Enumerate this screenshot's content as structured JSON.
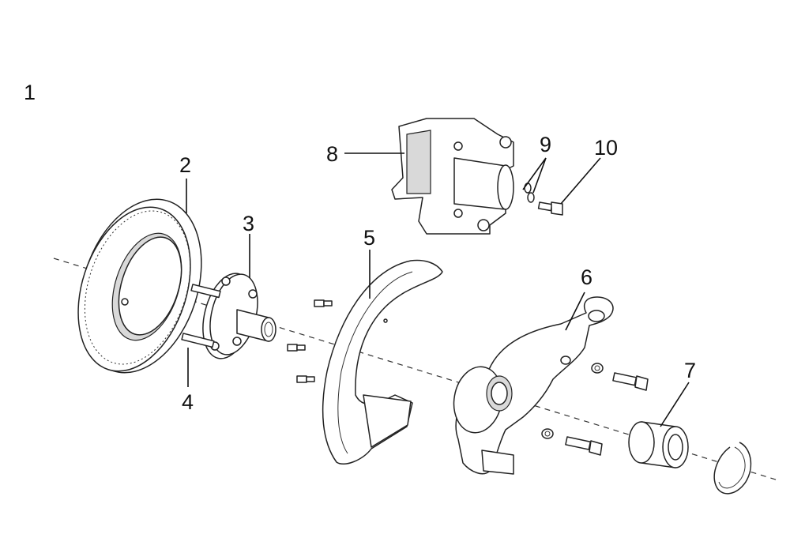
{
  "diagram": {
    "figure_number": "1",
    "callouts": [
      {
        "id": "8",
        "label": "8"
      },
      {
        "id": "9",
        "label": "9"
      },
      {
        "id": "10",
        "label": "10"
      },
      {
        "id": "2",
        "label": "2"
      },
      {
        "id": "3",
        "label": "3"
      },
      {
        "id": "4",
        "label": "4"
      },
      {
        "id": "5",
        "label": "5"
      },
      {
        "id": "6",
        "label": "6"
      },
      {
        "id": "7",
        "label": "7"
      }
    ]
  },
  "colors": {
    "line": "#111111",
    "background": "#ffffff",
    "shade": "#d9d9d9"
  }
}
